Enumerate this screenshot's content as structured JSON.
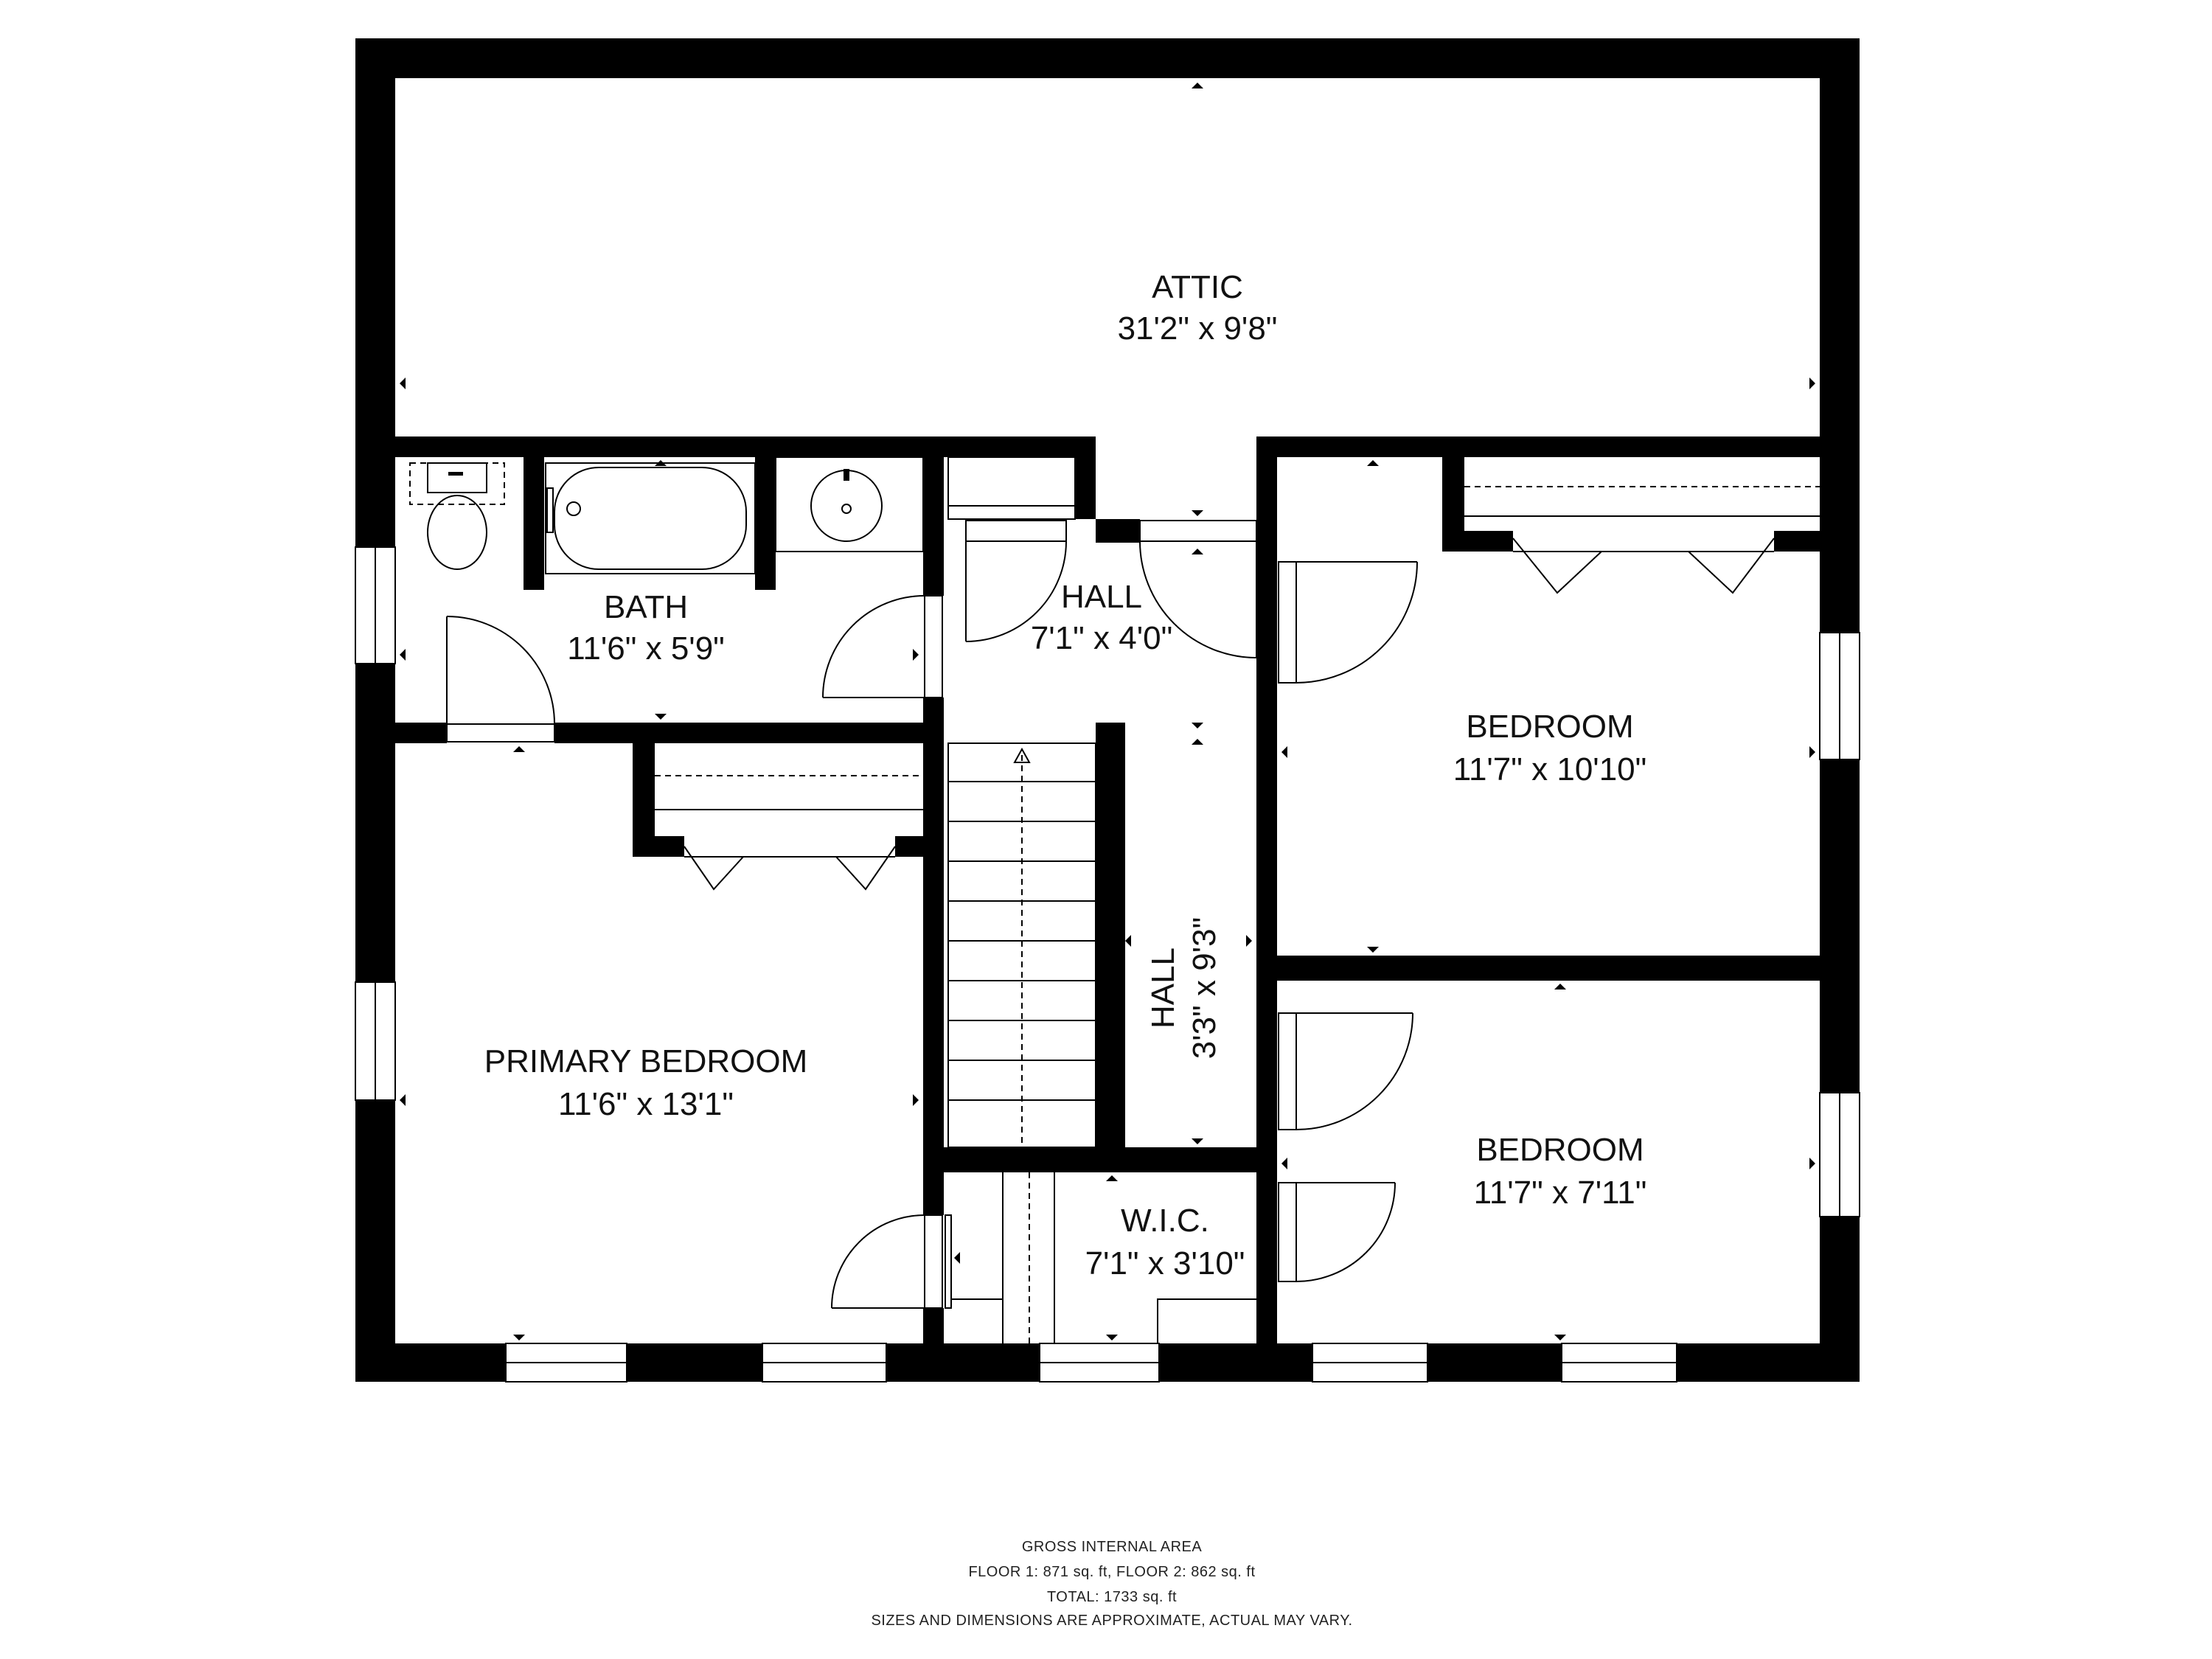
{
  "rooms": {
    "attic": {
      "name": "ATTIC",
      "dims": "31'2\" x 9'8\""
    },
    "bath": {
      "name": "BATH",
      "dims": "11'6\" x 5'9\""
    },
    "hall_upper": {
      "name": "HALL",
      "dims": "7'1\" x 4'0\""
    },
    "bedroom_1": {
      "name": "BEDROOM",
      "dims": "11'7\" x 10'10\""
    },
    "hall_vertical": {
      "name": "HALL",
      "dims": "3'3\" x 9'3\""
    },
    "primary_bedroom": {
      "name": "PRIMARY BEDROOM",
      "dims": "11'6\" x 13'1\""
    },
    "bedroom_2": {
      "name": "BEDROOM",
      "dims": "11'7\" x 7'11\""
    },
    "wic": {
      "name": "W.I.C.",
      "dims": "7'1\" x 3'10\""
    }
  },
  "footer": {
    "line1": "GROSS INTERNAL AREA",
    "line2": "FLOOR 1: 871 sq. ft, FLOOR 2: 862 sq. ft",
    "line3": "TOTAL: 1733 sq. ft",
    "line4": "SIZES AND DIMENSIONS ARE APPROXIMATE, ACTUAL MAY VARY."
  }
}
